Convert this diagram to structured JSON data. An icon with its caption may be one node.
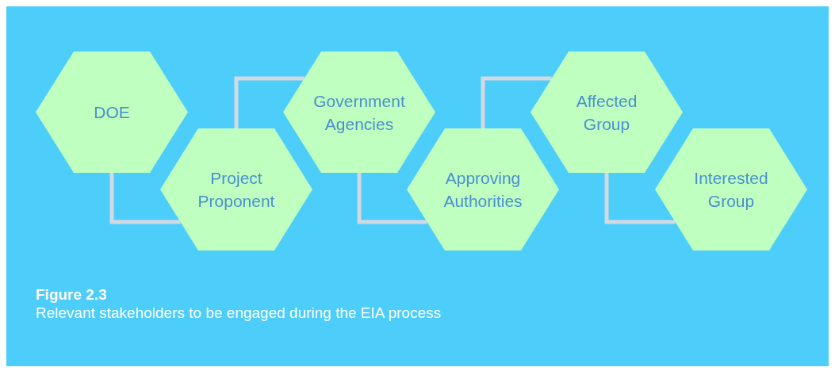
{
  "diagram": {
    "title": "Figure 2.3",
    "caption": "Relevant stakeholders to be engaged during the EIA process",
    "nodes": [
      {
        "text": [
          "DOE"
        ]
      },
      {
        "text": [
          "Project Proponent"
        ]
      },
      {
        "text": [
          "Government Agencies"
        ]
      },
      {
        "text": [
          "Approving Authorities"
        ]
      },
      {
        "text": [
          "Affected Group"
        ]
      },
      {
        "text": [
          "Interested Group"
        ]
      }
    ],
    "edges": [
      {
        "from": 0,
        "to": 1,
        "arrow": "none"
      },
      {
        "from": 1,
        "to": 2,
        "arrow": "none"
      },
      {
        "from": 2,
        "to": 3,
        "arrow": "none"
      },
      {
        "from": 3,
        "to": 4,
        "arrow": "none"
      },
      {
        "from": 4,
        "to": 5,
        "arrow": "none"
      }
    ]
  }
}
